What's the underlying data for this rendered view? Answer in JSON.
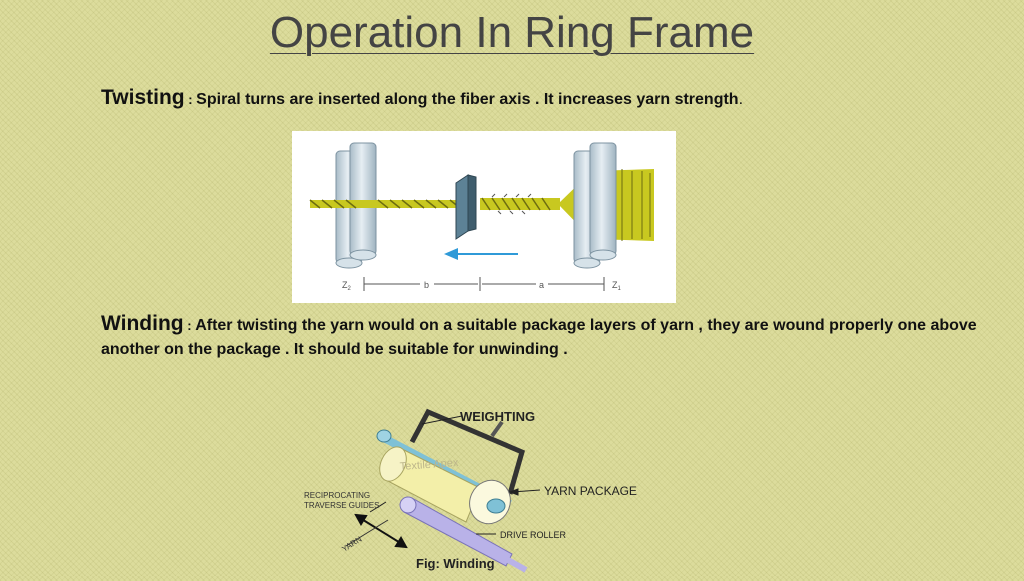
{
  "slide": {
    "title": "Operation In Ring Frame"
  },
  "twisting": {
    "term": "Twisting",
    "colon": " : ",
    "text": "Spiral turns are inserted along the fiber axis . It increases yarn strength",
    "end": "."
  },
  "winding": {
    "term": "Winding",
    "colon": " : ",
    "text": "After twisting the yarn would on a suitable package layers of yarn , they are wound properly one above another  on the package . It should be suitable for unwinding ."
  },
  "figure_twisting": {
    "label_z2": "Z",
    "sub_z2": "2",
    "label_b": "b",
    "label_a": "a",
    "label_z1": "Z",
    "sub_z1": "1",
    "colors": {
      "yarn": "#c8c820",
      "roller": "#c7d6df",
      "arrow": "#2f9ad8",
      "block": "#5d8296"
    }
  },
  "figure_winding": {
    "label_weighting": "WEIGHTING",
    "label_yarn_package": "YARN PACKAGE",
    "label_traverse_1": "RECIPROCATING",
    "label_traverse_2": "TRAVERSE GUIDES",
    "label_drive_roller": "DRIVE ROLLER",
    "label_yarn": "YARN",
    "watermark": "Textile Apex",
    "caption": "Fig: Winding",
    "colors": {
      "package": "#f3efa9",
      "drive_roller": "#b9b2e8",
      "shaft": "#7fc1d6"
    }
  }
}
